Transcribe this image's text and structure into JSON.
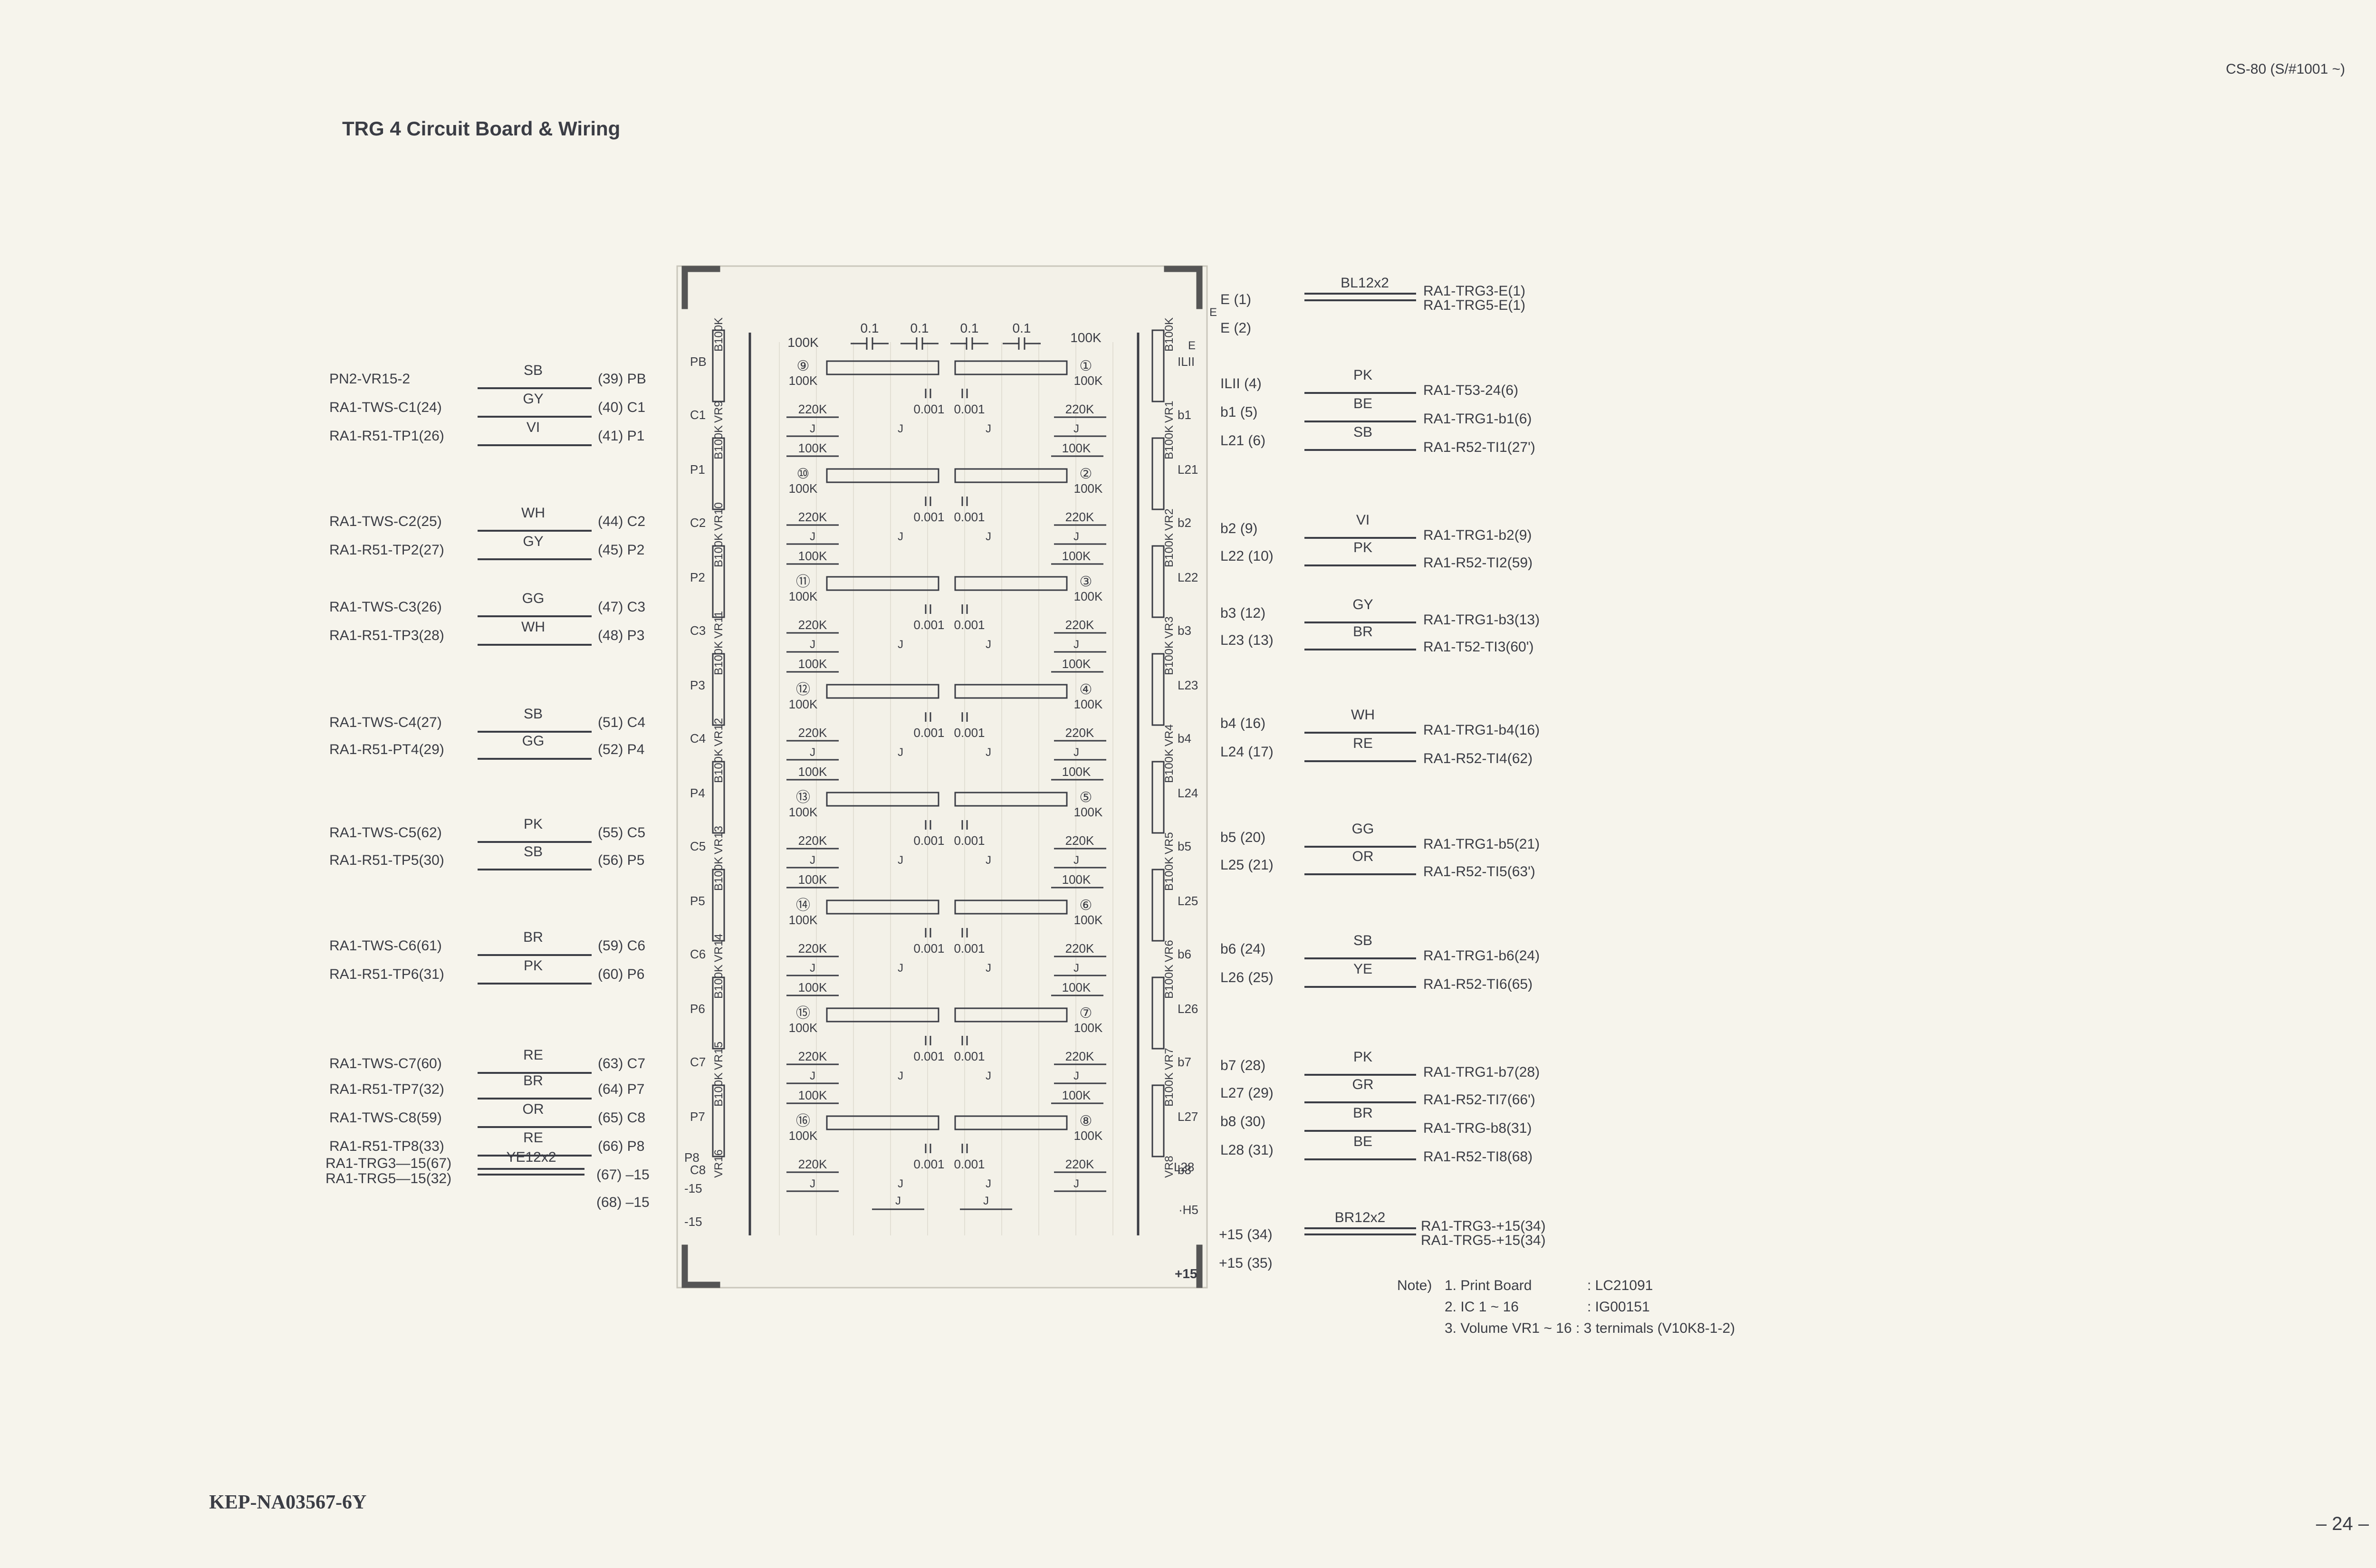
{
  "header": {
    "model": "CS-80 (S/#1001 ~)",
    "title": "TRG 4 Circuit Board & Wiring"
  },
  "footer": {
    "doc_code": "KEP-NA03567-6Y",
    "page": "– 24 –"
  },
  "left_wires": [
    {
      "dest": "PN2-VR15-2",
      "color": "SB",
      "pin": "(39) PB"
    },
    {
      "dest": "RA1-TWS-C1(24)",
      "color": "GY",
      "pin": "(40) C1"
    },
    {
      "dest": "RA1-R51-TP1(26)",
      "color": "VI",
      "pin": "(41) P1"
    },
    {
      "dest": "RA1-TWS-C2(25)",
      "color": "WH",
      "pin": "(44) C2"
    },
    {
      "dest": "RA1-R51-TP2(27)",
      "color": "GY",
      "pin": "(45) P2"
    },
    {
      "dest": "RA1-TWS-C3(26)",
      "color": "GG",
      "pin": "(47) C3"
    },
    {
      "dest": "RA1-R51-TP3(28)",
      "color": "WH",
      "pin": "(48) P3"
    },
    {
      "dest": "RA1-TWS-C4(27)",
      "color": "SB",
      "pin": "(51) C4"
    },
    {
      "dest": "RA1-R51-PT4(29)",
      "color": "GG",
      "pin": "(52) P4"
    },
    {
      "dest": "RA1-TWS-C5(62)",
      "color": "PK",
      "pin": "(55) C5"
    },
    {
      "dest": "RA1-R51-TP5(30)",
      "color": "SB",
      "pin": "(56) P5"
    },
    {
      "dest": "RA1-TWS-C6(61)",
      "color": "BR",
      "pin": "(59) C6"
    },
    {
      "dest": "RA1-R51-TP6(31)",
      "color": "PK",
      "pin": "(60) P6"
    },
    {
      "dest": "RA1-TWS-C7(60)",
      "color": "RE",
      "pin": "(63) C7"
    },
    {
      "dest": "RA1-R51-TP7(32)",
      "color": "BR",
      "pin": "(64) P7"
    },
    {
      "dest": "RA1-TWS-C8(59)",
      "color": "OR",
      "pin": "(65) C8"
    },
    {
      "dest": "RA1-R51-TP8(33)",
      "color": "RE",
      "pin": "(66) P8"
    }
  ],
  "left_bundle": {
    "dests": [
      "RA1-TRG3—15(67)",
      "RA1-TRG5—15(32)"
    ],
    "color": "YE12x2",
    "pins": [
      "(67) –15",
      "(68) –15"
    ]
  },
  "right_top_bundle": {
    "pins": [
      "E (1)",
      "E (2)"
    ],
    "color": "BL12x2",
    "dests": [
      "RA1-TRG3-E(1)",
      "RA1-TRG5-E(1)"
    ]
  },
  "right_wires": [
    {
      "pin": "ILII (4)",
      "color": "PK",
      "dest": "RA1-T53-24(6)"
    },
    {
      "pin": "b1 (5)",
      "color": "BE",
      "dest": "RA1-TRG1-b1(6)"
    },
    {
      "pin": "L21 (6)",
      "color": "SB",
      "dest": "RA1-R52-TI1(27')"
    },
    {
      "pin": "b2 (9)",
      "color": "VI",
      "dest": "RA1-TRG1-b2(9)"
    },
    {
      "pin": "L22 (10)",
      "color": "PK",
      "dest": "RA1-R52-TI2(59)"
    },
    {
      "pin": "b3 (12)",
      "color": "GY",
      "dest": "RA1-TRG1-b3(13)"
    },
    {
      "pin": "L23 (13)",
      "color": "BR",
      "dest": "RA1-T52-TI3(60')"
    },
    {
      "pin": "b4 (16)",
      "color": "WH",
      "dest": "RA1-TRG1-b4(16)"
    },
    {
      "pin": "L24 (17)",
      "color": "RE",
      "dest": "RA1-R52-TI4(62)"
    },
    {
      "pin": "b5 (20)",
      "color": "GG",
      "dest": "RA1-TRG1-b5(21)"
    },
    {
      "pin": "L25 (21)",
      "color": "OR",
      "dest": "RA1-R52-TI5(63')"
    },
    {
      "pin": "b6 (24)",
      "color": "SB",
      "dest": "RA1-TRG1-b6(24)"
    },
    {
      "pin": "L26 (25)",
      "color": "YE",
      "dest": "RA1-R52-TI6(65)"
    },
    {
      "pin": "b7 (28)",
      "color": "PK",
      "dest": "RA1-TRG1-b7(28)"
    },
    {
      "pin": "L27 (29)",
      "color": "GR",
      "dest": "RA1-R52-TI7(66')"
    },
    {
      "pin": "b8 (30)",
      "color": "BR",
      "dest": "RA1-TRG-b8(31)"
    },
    {
      "pin": "L28 (31)",
      "color": "BE",
      "dest": "RA1-R52-TI8(68)"
    }
  ],
  "right_bottom_bundle": {
    "pins": [
      "+15 (34)",
      "+15 (35)"
    ],
    "color": "BR12x2",
    "dests": [
      "RA1-TRG3-+15(34)",
      "RA1-TRG5-+15(34)"
    ]
  },
  "notes": {
    "heading": "Note)",
    "items": [
      {
        "label": "1. Print Board",
        "value": ": LC21091"
      },
      {
        "label": "2. IC 1 ~ 16",
        "value": ": IG00151"
      },
      {
        "label": "3. Volume VR1 ~ 16 : 3 ternimals (V10K8-1-2)",
        "value": ""
      }
    ]
  },
  "board": {
    "top_caps": [
      "0.1",
      "0.1",
      "0.1",
      "0.1"
    ],
    "r_top": "100K",
    "r_mid": "220K",
    "cap_small": "0.001",
    "jumper": "J",
    "pot_value": "B100K",
    "plus15": "+15",
    "minus15": "-15",
    "e_label": "E",
    "h15": "·H5",
    "ll_label": "ILII",
    "l28": "L28",
    "stages": [
      {
        "ic_left": "⑨",
        "ic_right": "①",
        "vr_left": "VR9",
        "vr_right": "VR1",
        "lbl_left_a": "PB",
        "lbl_left_b": "C1",
        "lbl_right_a": "ILII",
        "lbl_right_b": "b1"
      },
      {
        "ic_left": "⑩",
        "ic_right": "②",
        "vr_left": "VR10",
        "vr_right": "VR2",
        "lbl_left_a": "P1",
        "lbl_left_b": "C2",
        "lbl_right_a": "L21",
        "lbl_right_b": "b2"
      },
      {
        "ic_left": "⑪",
        "ic_right": "③",
        "vr_left": "VR11",
        "vr_right": "VR3",
        "lbl_left_a": "P2",
        "lbl_left_b": "C3",
        "lbl_right_a": "L22",
        "lbl_right_b": "b3"
      },
      {
        "ic_left": "⑫",
        "ic_right": "④",
        "vr_left": "VR12",
        "vr_right": "VR4",
        "lbl_left_a": "P3",
        "lbl_left_b": "C4",
        "lbl_right_a": "L23",
        "lbl_right_b": "b4"
      },
      {
        "ic_left": "⑬",
        "ic_right": "⑤",
        "vr_left": "VR13",
        "vr_right": "VR5",
        "lbl_left_a": "P4",
        "lbl_left_b": "C5",
        "lbl_right_a": "L24",
        "lbl_right_b": "b5"
      },
      {
        "ic_left": "⑭",
        "ic_right": "⑥",
        "vr_left": "VR14",
        "vr_right": "VR6",
        "lbl_left_a": "P5",
        "lbl_left_b": "C6",
        "lbl_right_a": "L25",
        "lbl_right_b": "b6"
      },
      {
        "ic_left": "⑮",
        "ic_right": "⑦",
        "vr_left": "VR15",
        "vr_right": "VR7",
        "lbl_left_a": "P6",
        "lbl_left_b": "C7",
        "lbl_right_a": "L26",
        "lbl_right_b": "b7"
      },
      {
        "ic_left": "⑯",
        "ic_right": "⑧",
        "vr_left": "VR16",
        "vr_right": "VR8",
        "lbl_left_a": "P7",
        "lbl_left_b": "C8",
        "lbl_right_a": "L27",
        "lbl_right_b": "b8"
      }
    ],
    "bottom_left_labels": [
      "P8",
      "-15",
      "-15"
    ]
  }
}
